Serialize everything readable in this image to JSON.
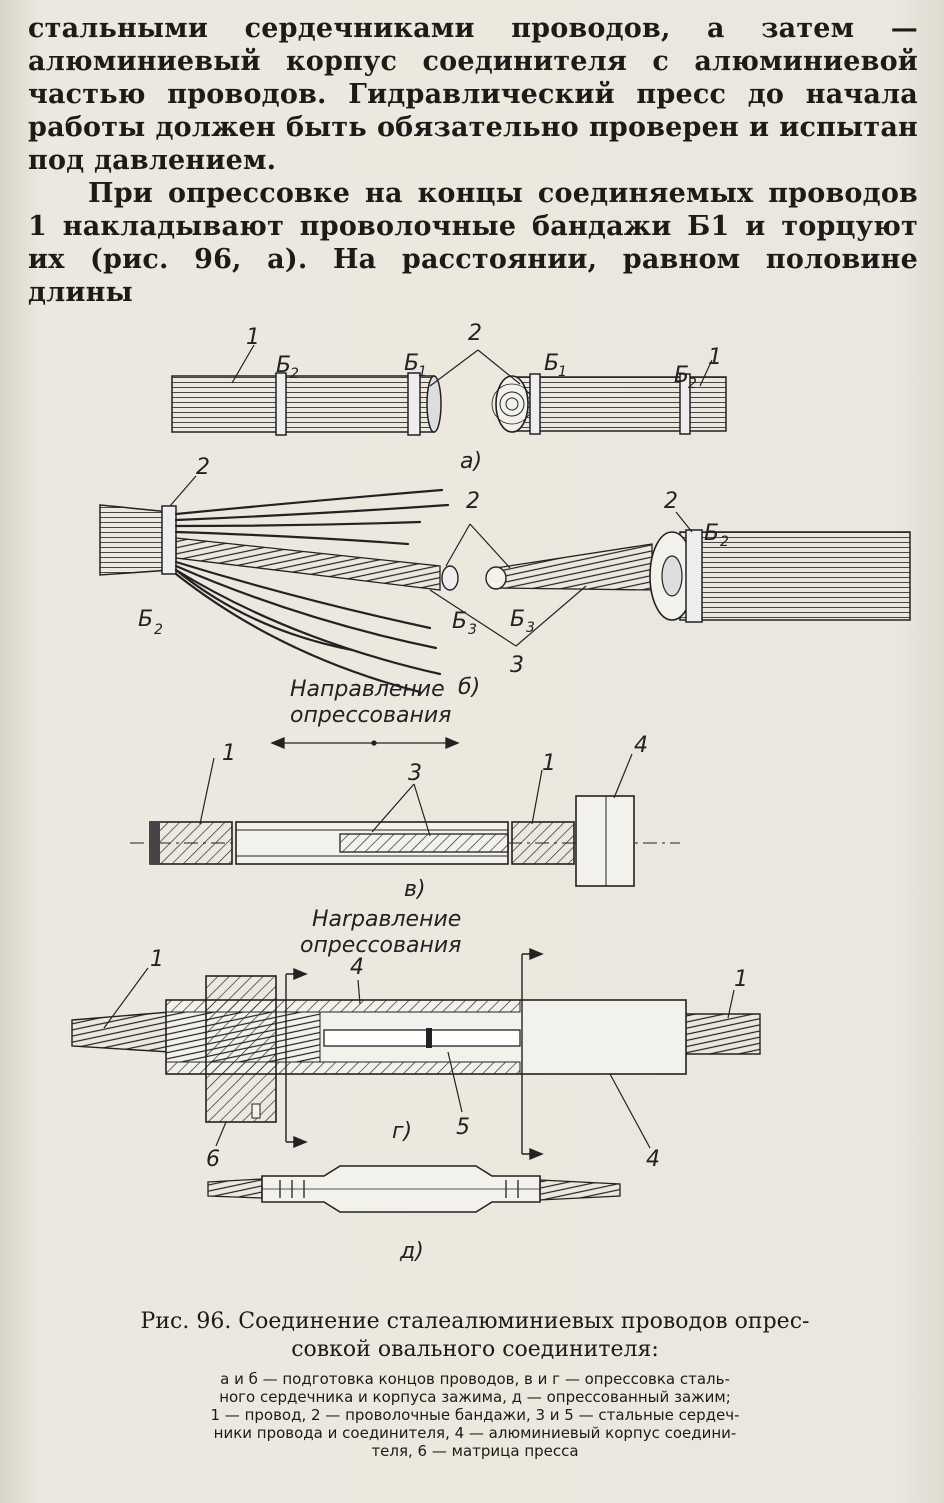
{
  "body": {
    "paragraphs": [
      "стальными сердечниками проводов, а затем — алюминиевый корпус соединителя с алюминиевой частью проводов. Гидравлический пресс до начала работы должен быть обязательно проверен и испытан под давлением.",
      "При опрессовке на концы соединяемых проводов 1 накладывают проволочные бандажи Б1 и торцуют их (рис. 96, а). На расстоянии, равном половине длины"
    ]
  },
  "figure": {
    "labels": {
      "one": "1",
      "two": "2",
      "three": "3",
      "four": "4",
      "five": "5",
      "six": "6",
      "b": "Б",
      "sub1": "1",
      "sub2": "2",
      "sub3": "3"
    },
    "parts": {
      "a": "а)",
      "b": "б)",
      "v": "в)",
      "g": "г)",
      "d": "д)"
    },
    "direction_v": [
      "Направление",
      "опрессования"
    ],
    "direction_g": [
      "Наrравление",
      "опрессования"
    ]
  },
  "caption": {
    "title_line1": "Рис. 96. Соединение сталеалюминиевых проводов опрес-",
    "title_line2": "совкой овального соединителя:",
    "desc_lines": [
      "а и б — подготовка концов проводов, в и г — опрессовка сталь-",
      "ного сердечника и корпуса зажима, д — опрессованный зажим;",
      "1 — провод, 2 — проволочные бандажи, 3 и 5 — стальные сердеч-",
      "ники провода и соединителя, 4 — алюминиевый корпус соедини-",
      "теля, 6 — матрица пресса"
    ]
  }
}
